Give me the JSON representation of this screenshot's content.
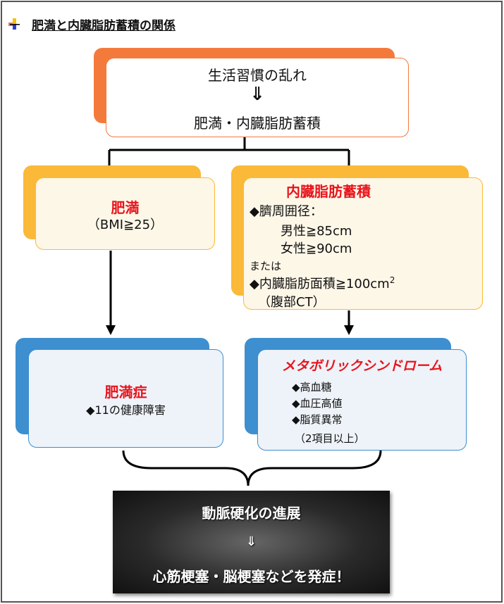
{
  "title": "肥満と内臓脂肪蓄積の関係",
  "top_box": {
    "line1": "生活習慣の乱れ",
    "arrow": "⇓",
    "line2": "肥満・内臓脂肪蓄積"
  },
  "obesity": {
    "title": "肥満",
    "criteria": "（BMI≧25）"
  },
  "visceral": {
    "title": "内臓脂肪蓄積",
    "item1": "◆臍周囲径：",
    "male": "男性≧85cm",
    "female": "女性≧90cm",
    "or": "または",
    "item2": "◆内臓脂肪面積≧100cm",
    "sup": "2",
    "note": "（腹部CT）"
  },
  "obesity_disease": {
    "title": "肥満症",
    "item": "◆11の健康障害"
  },
  "metabolic": {
    "title": "メタボリックシンドローム",
    "items": [
      "◆高血糖",
      "◆血圧高値",
      "◆脂質異常"
    ],
    "note": "（2項目以上）"
  },
  "result": {
    "line1": "動脈硬化の進展",
    "arrow": "⇓",
    "line2": "心筋梗塞・脳梗塞などを発症！"
  },
  "colors": {
    "orange": "#f47a3c",
    "yellow": "#fbb93a",
    "blue": "#3d8fcf",
    "red": "#e8141c"
  }
}
